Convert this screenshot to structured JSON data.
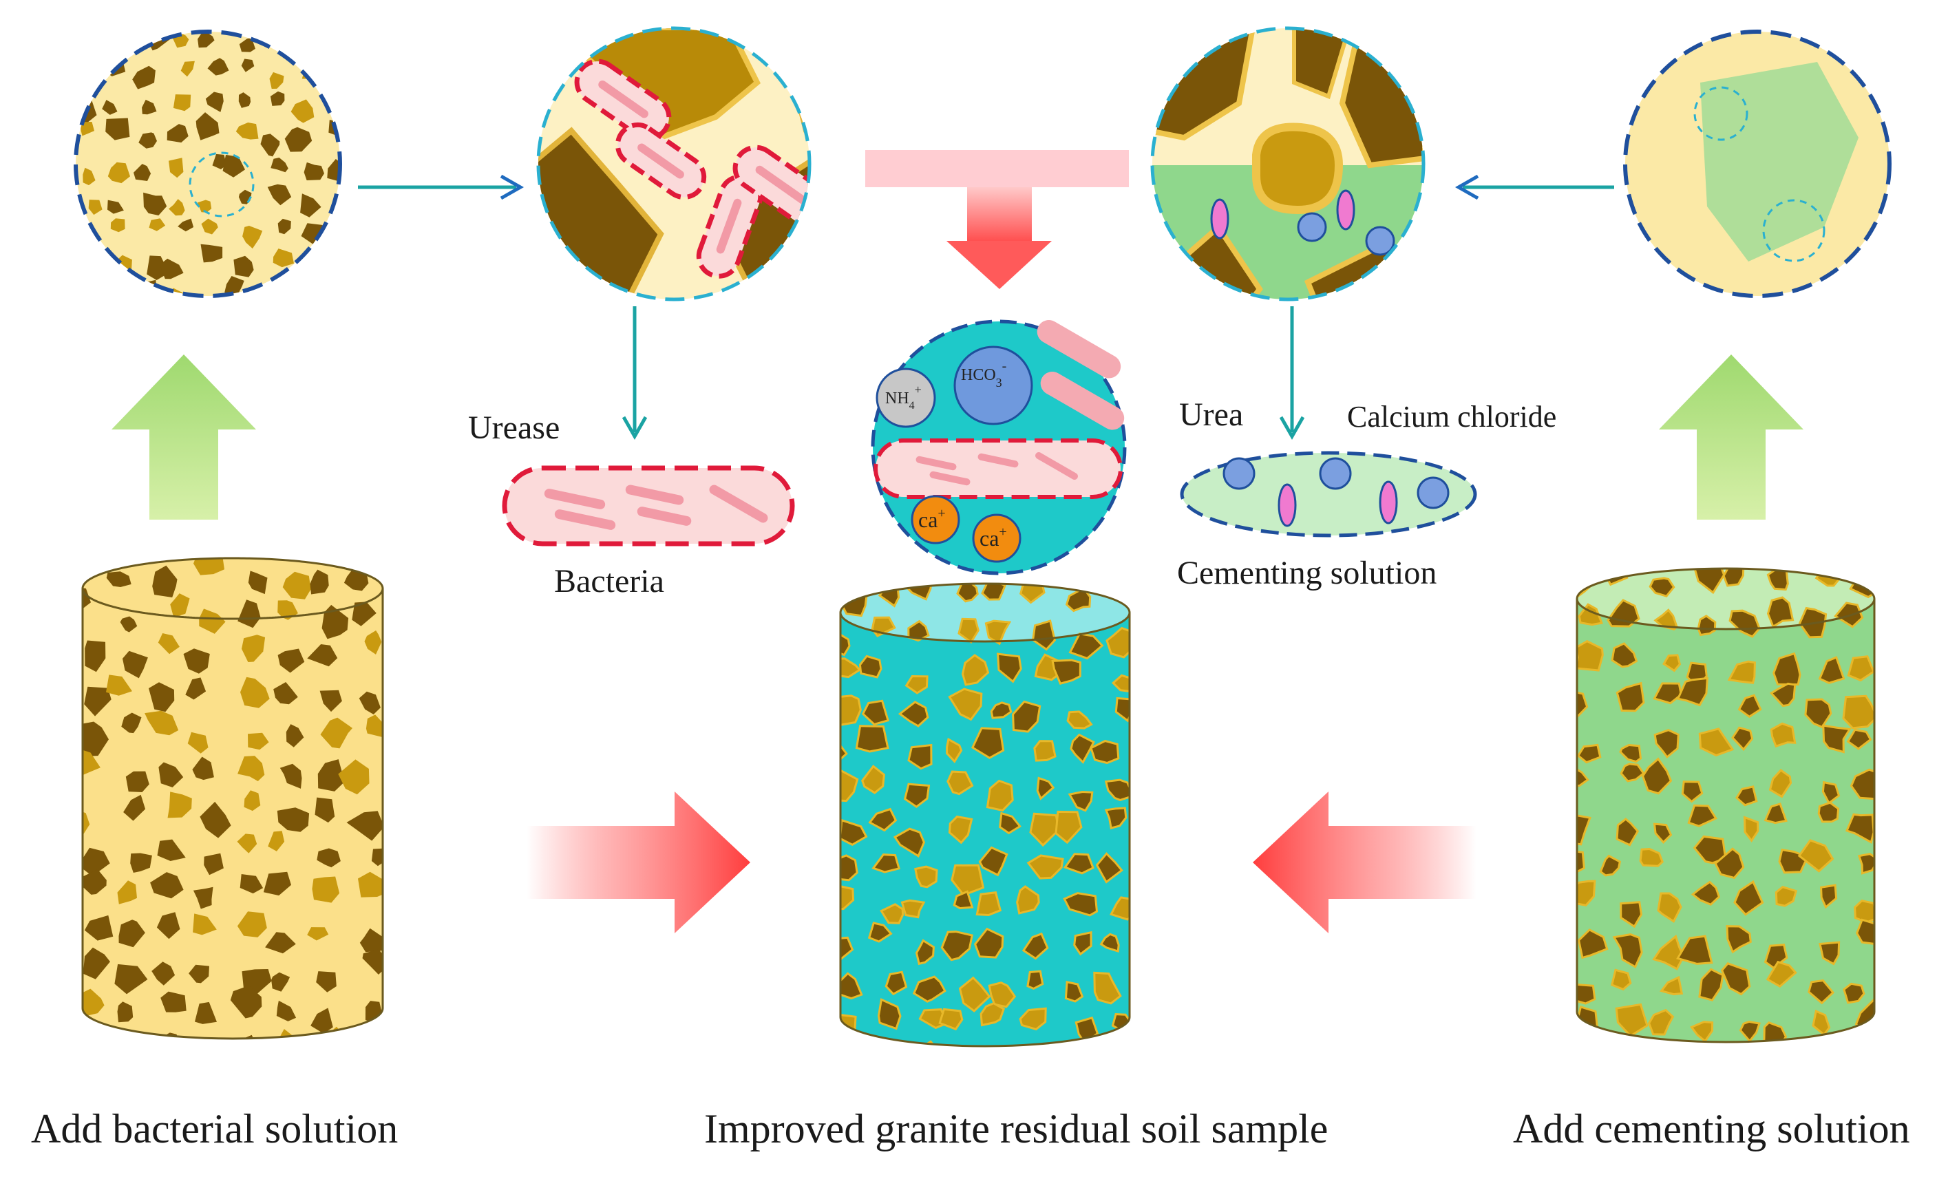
{
  "labels": {
    "urease": "Urease",
    "bacteria": "Bacteria",
    "urea": "Urea",
    "calcium_chloride": "Calcium chloride",
    "cementing_solution": "Cementing solution",
    "add_bacterial": "Add bacterial solution",
    "improved_sample": "Improved granite residual soil sample",
    "add_cementing": "Add cementing solution"
  },
  "ions": {
    "nh4": "NH",
    "nh4_sub": "4",
    "nh4_sup": "+",
    "hco3": "HCO",
    "hco3_sub": "3",
    "hco3_sup": "-",
    "ca": "ca",
    "ca_sup": "+"
  },
  "colors": {
    "soil_light": "#fbe9a6",
    "grain_dark": "#7a5508",
    "grain_gold": "#c99a10",
    "grain_outline": "#e8b829",
    "cemented_fluid": "#1ec9c9",
    "cementing_fluid": "#8fd78c",
    "bacteria_fill": "#fbdada",
    "bacteria_dash": "#e01a3a",
    "bacteria_rod": "#f29aa6",
    "circle_dash": "#1f4f9c",
    "process_arrow": "#1aa3a3",
    "green_arrow": "#b6e48e",
    "red_arrow": "#ff4d4d",
    "ca_ion": "#f28c0f",
    "hco3_ion": "#6f99dd",
    "nh4_ion": "#c7c7c7",
    "urea_ion": "#7b9fe0",
    "cacl_ion": "#f07ad0"
  }
}
